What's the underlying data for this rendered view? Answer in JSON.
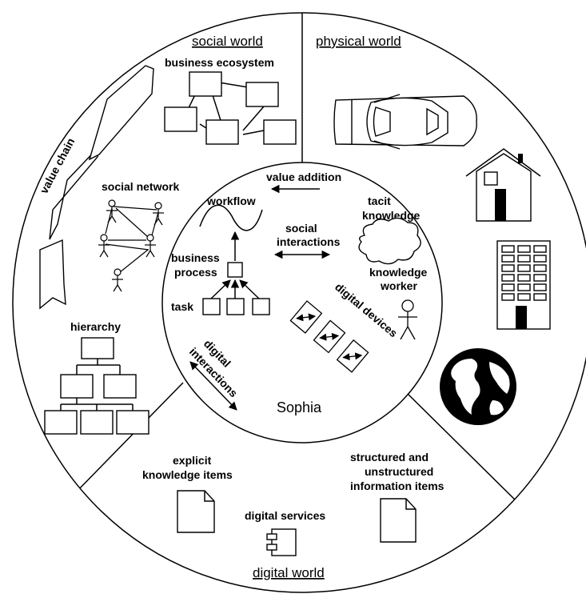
{
  "worlds": {
    "social": "social world",
    "physical": "physical world",
    "digital": "digital world"
  },
  "labels": {
    "business_ecosystem": "business ecosystem",
    "value_chain": "value chain",
    "social_network": "social network",
    "hierarchy": "hierarchy",
    "value_addition": "value addition",
    "workflow": "workflow",
    "social": "social",
    "interactions": "interactions",
    "tacit": "tacit",
    "knowledge": "knowledge",
    "business": "business",
    "process": "process",
    "task": "task",
    "knowledge_worker_1": "knowledge",
    "knowledge_worker_2": "worker",
    "digital_devices": "digital devices",
    "digital": "digital",
    "digital_interactions": "interactions",
    "center": "Sophia",
    "explicit": "explicit",
    "explicit_items": "knowledge items",
    "structured": "structured and",
    "unstructured": "unstructured",
    "information_items": "information items",
    "digital_services": "digital services"
  }
}
